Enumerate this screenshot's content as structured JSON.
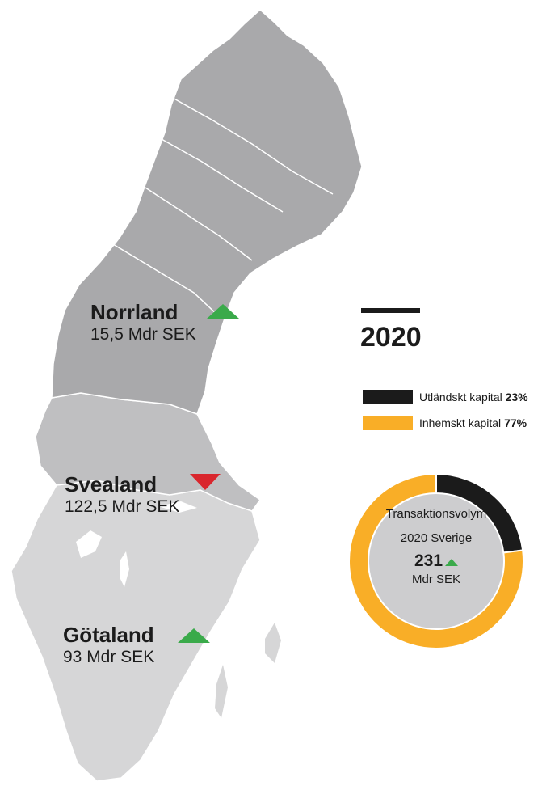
{
  "regions": [
    {
      "name": "Norrland",
      "value": "15,5 Mdr SEK",
      "trend": "up"
    },
    {
      "name": "Svealand",
      "value": "122,5 Mdr SEK",
      "trend": "down"
    },
    {
      "name": "Götaland",
      "value": "93 Mdr SEK",
      "trend": "up"
    }
  ],
  "year": "2020",
  "legend": [
    {
      "label": "Utländskt kapital",
      "pct": "23%",
      "color": "#1b1b1b"
    },
    {
      "label": "Inhemskt kapital",
      "pct": "77%",
      "color": "#f9ae27"
    }
  ],
  "donut": {
    "title": "Transaktionsvolym",
    "subtitle": "2020 Sverige",
    "value": "231",
    "unit": "Mdr SEK",
    "foreign_share": 0.23,
    "domestic_share": 0.77
  },
  "colors": {
    "norrland": "#a9a9ab",
    "svealand": "#bfbfc1",
    "gotaland": "#d6d6d7",
    "up": "#3aaa4a",
    "down": "#d9262d",
    "donut_center": "#cdcdcf"
  }
}
